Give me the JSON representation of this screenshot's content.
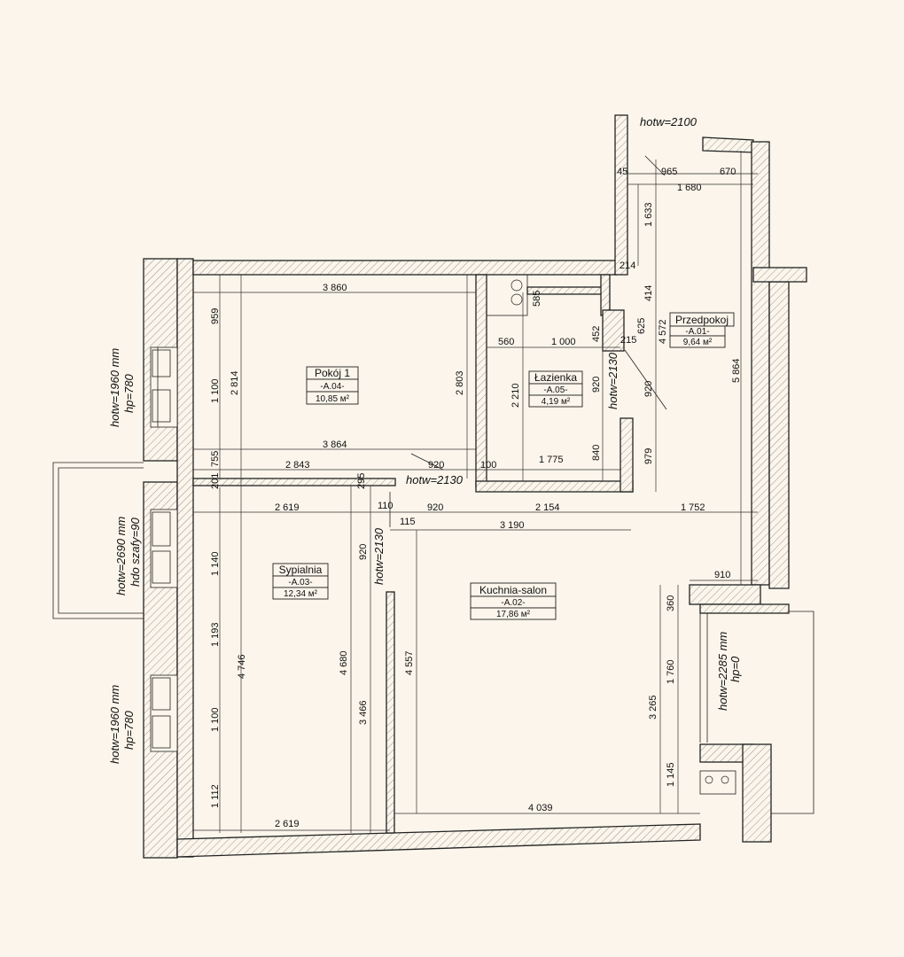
{
  "rooms": {
    "pokoj1": {
      "name": "Pokój 1",
      "code": "-A.04-",
      "area": "10,85 м²"
    },
    "lazienka": {
      "name": "Łazienka",
      "code": "-A.05-",
      "area": "4,19 м²"
    },
    "przedpokoj": {
      "name": "Przedpokoj",
      "code": "-A.01-",
      "area": "9,64 м²"
    },
    "sypialnia": {
      "name": "Sypialnia",
      "code": "-A.03-",
      "area": "12,34 м²"
    },
    "kuchnia": {
      "name": "Kuchnia-salon",
      "code": "-A.02-",
      "area": "17,86 м²"
    }
  },
  "notes": {
    "entry_door": "hotw=2100",
    "bath_door": "hotw=2130",
    "pokoj_door": "hotw=2130",
    "sypialnia_door": "hotw=2130",
    "window_top_a": "hotw=1960 mm",
    "window_top_b": "hp=780",
    "balcony_a": "hotw=2690 mm",
    "balcony_b": "hdo szafy=90",
    "window_bottom_a": "hotw=1960 mm",
    "window_bottom_b": "hp=780",
    "window_right_a": "hotw=2285 mm",
    "window_right_b": "hp=0"
  },
  "dims": {
    "d45": "45",
    "d965": "965",
    "d670": "670",
    "d1680": "1 680",
    "d1633": "1 633",
    "d214": "214",
    "d414": "414",
    "d4572": "4 572",
    "d625": "625",
    "d215": "215",
    "d5864": "5 864",
    "d920a": "920",
    "d979": "979",
    "d3860": "3 860",
    "d959": "959",
    "d2814": "2 814",
    "d1100a": "1 100",
    "d2803": "2 803",
    "d3864": "3 864",
    "d755": "755",
    "d201": "201",
    "d2843": "2 843",
    "d920b": "920",
    "d100": "100",
    "d1775": "1 775",
    "d840": "840",
    "d585": "585",
    "d560": "560",
    "d1000": "1 000",
    "d452": "452",
    "d920c": "920",
    "d2210": "2 210",
    "d295": "295",
    "d2619a": "2 619",
    "d110": "110",
    "d920d": "920",
    "d2154": "2 154",
    "d1752": "1 752",
    "d115": "115",
    "d3190": "3 190",
    "d1140": "1 140",
    "d920e": "920",
    "d910": "910",
    "d360": "360",
    "d1193": "1 193",
    "d4746": "4 746",
    "d4680": "4 680",
    "d4557": "4 557",
    "d1760": "1 760",
    "d3265": "3 265",
    "d1100b": "1 100",
    "d3466": "3 466",
    "d1112": "1 112",
    "d1145": "1 145",
    "d2619b": "2 619",
    "d4039": "4 039"
  }
}
